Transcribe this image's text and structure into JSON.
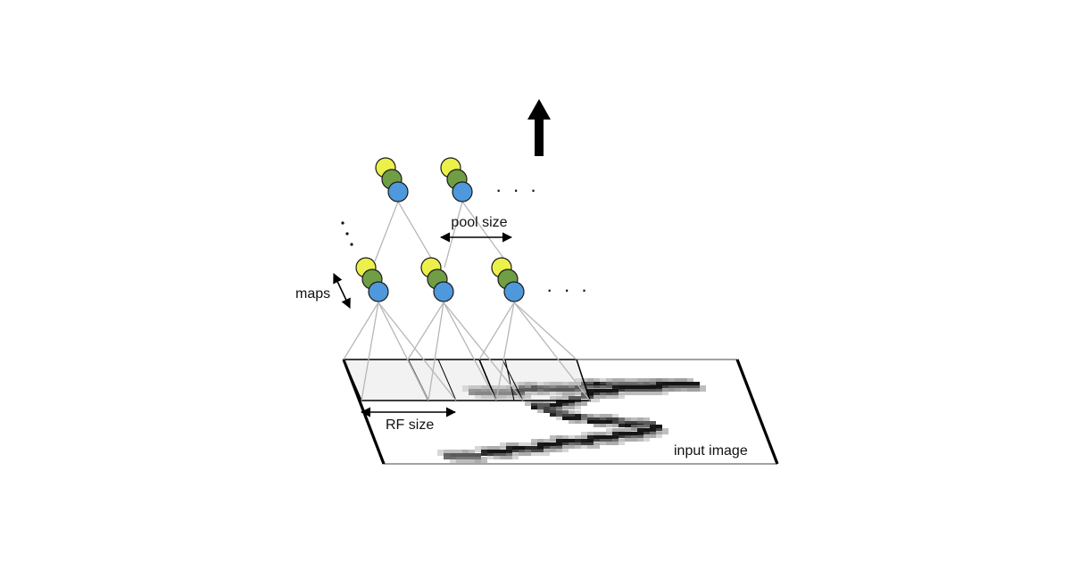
{
  "labels": {
    "pool_size": "pool size",
    "maps": "maps",
    "rf_size": "RF size",
    "input_image": "input image",
    "ellipsis": "· · ·"
  },
  "colors": {
    "node_yellow": "#ecf04a",
    "node_green": "#6f9e45",
    "node_blue": "#4f98dc",
    "node_stroke": "#1b1b1b",
    "connection": "#b7b7b7",
    "arrow": "#000000",
    "ink": "#000000"
  },
  "layers": {
    "pooling_units": 2,
    "convolution_units": 3,
    "maps_per_unit": 3
  }
}
